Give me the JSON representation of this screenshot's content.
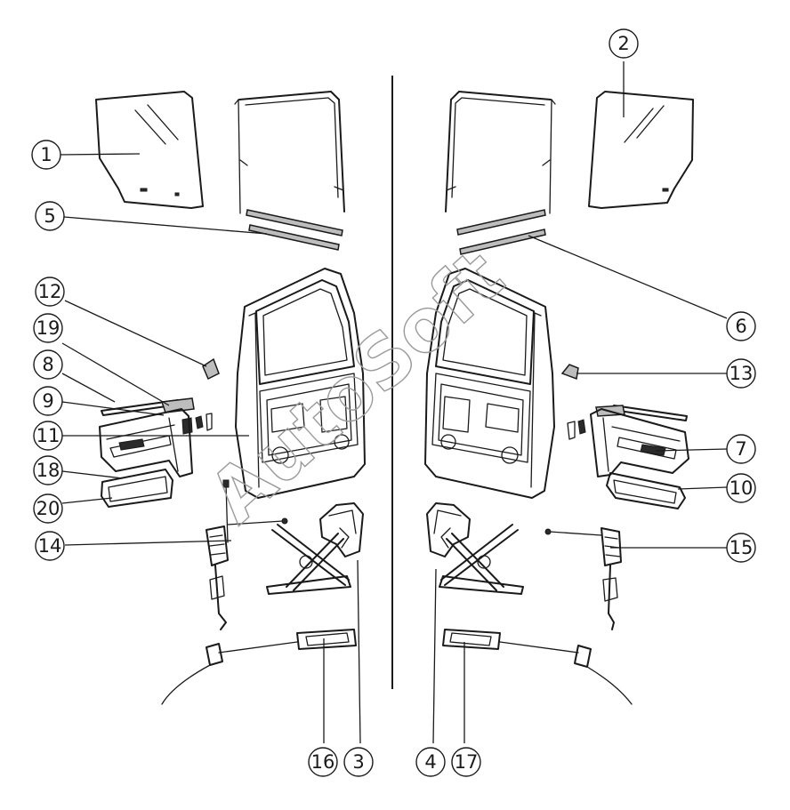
{
  "watermark": "AutoSoft",
  "callouts": [
    {
      "id": "c1",
      "label": "1"
    },
    {
      "id": "c2",
      "label": "2"
    },
    {
      "id": "c3",
      "label": "3"
    },
    {
      "id": "c4",
      "label": "4"
    },
    {
      "id": "c5",
      "label": "5"
    },
    {
      "id": "c6",
      "label": "6"
    },
    {
      "id": "c7",
      "label": "7"
    },
    {
      "id": "c8",
      "label": "8"
    },
    {
      "id": "c9",
      "label": "9"
    },
    {
      "id": "c10",
      "label": "10"
    },
    {
      "id": "c11",
      "label": "11"
    },
    {
      "id": "c12",
      "label": "12"
    },
    {
      "id": "c13",
      "label": "13"
    },
    {
      "id": "c14",
      "label": "14"
    },
    {
      "id": "c15",
      "label": "15"
    },
    {
      "id": "c16",
      "label": "16"
    },
    {
      "id": "c17",
      "label": "17"
    },
    {
      "id": "c18",
      "label": "18"
    },
    {
      "id": "c19",
      "label": "19"
    },
    {
      "id": "c20",
      "label": "20"
    }
  ]
}
